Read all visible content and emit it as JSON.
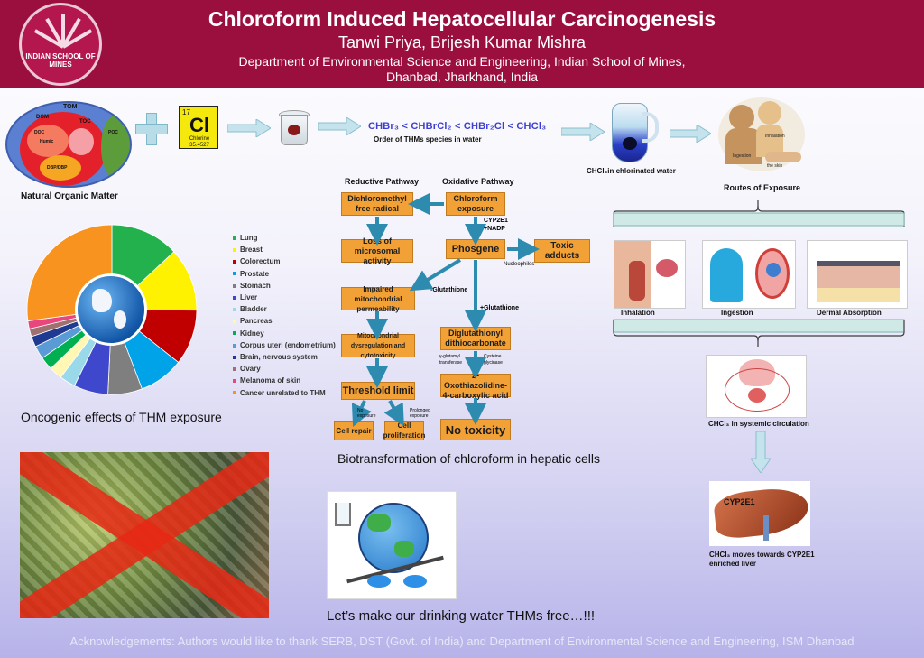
{
  "header": {
    "title": "Chloroform Induced Hepatocellular Carcinogenesis",
    "authors": "Tanwi Priya, Brijesh Kumar Mishra",
    "dept_line1": "Department of Environmental Science and Engineering, Indian School of Mines,",
    "dept_line2": "Dhanbad, Jharkhand, India",
    "logo_text": "INDIAN SCHOOL OF MINES"
  },
  "nom": {
    "labels": {
      "tom": "TOM",
      "dom": "DOM",
      "doc": "DOC",
      "toc": "TOC",
      "poc": "POC",
      "humic": "Humic",
      "dbp": "DBP/DBP"
    },
    "caption": "Natural Organic Matter"
  },
  "chlorine": {
    "number": "17",
    "symbol": "Cl",
    "name": "Chlorine",
    "mass": "35.4527"
  },
  "thm_order": {
    "formula": "CHBr₃ < CHBrCl₂ < CHBr₂Cl < CHCl₃",
    "caption": "Order of THMs species in water"
  },
  "jug_caption": "CHCl₃in chlorinated water",
  "routes": {
    "title": "Routes of Exposure",
    "icon_inhalation": "Inhalation",
    "icon_ingestion": "Ingestion",
    "icon_skin": "the skin",
    "panels": [
      "Inhalation",
      "Ingestion",
      "Dermal Absorption"
    ],
    "circulation": "CHCl₃ in systemic circulation",
    "liver_label": "CYP2E1",
    "liver_caption_1": "CHCl₃ moves towards CYP2E1",
    "liver_caption_2": "enriched liver"
  },
  "pathway": {
    "reductive_title": "Reductive Pathway",
    "oxidative_title": "Oxidative Pathway",
    "boxes": {
      "dcm": "Dichloromethyl free radical",
      "chloroform": "Chloroform exposure",
      "loss": "Loss of microsomal activity",
      "phosgene": "Phosgene",
      "toxic": "Toxic adducts",
      "impaired": "Impaired mitochondrial permeability",
      "dysreg": "Mitochondrial dysregulation and cytotoxicity",
      "diglut": "Diglutathionyl dithiocarbonate",
      "threshold": "Threshold limit",
      "oxothia": "2-Oxothiazolidine-4-carboxylic acid",
      "repair": "Cell repair",
      "prolif": "Cell proliferation",
      "notox": "No toxicity"
    },
    "notes": {
      "cyp": "CYP2E1 +NADP",
      "nucleo": "Nucleophiles",
      "glut_minus": "-Glutathione",
      "glut_plus": "+Glutathione",
      "gamma": "γ-glutamyl transferase",
      "cysteine": "Cysteine glycinase",
      "no_exp": "No exposure",
      "prolonged": "Prolonged exposure"
    },
    "caption": "Biotransformation of chloroform in hepatic cells"
  },
  "oncogenic": {
    "caption": "Oncogenic effects of THM exposure",
    "legend": [
      {
        "label": "Lung",
        "color": "#22b14c"
      },
      {
        "label": "Breast",
        "color": "#fff200"
      },
      {
        "label": "Colorectum",
        "color": "#c00000"
      },
      {
        "label": "Prostate",
        "color": "#00a2e8"
      },
      {
        "label": "Stomach",
        "color": "#7f7f7f"
      },
      {
        "label": "Liver",
        "color": "#3f48cc"
      },
      {
        "label": "Bladder",
        "color": "#99d9ea"
      },
      {
        "label": "Pancreas",
        "color": "#fff7b3"
      },
      {
        "label": "Kidney",
        "color": "#00b050"
      },
      {
        "label": "Corpus uteri (endometrium)",
        "color": "#5b9bd5"
      },
      {
        "label": "Brain, nervous system",
        "color": "#1f3a93"
      },
      {
        "label": "Ovary",
        "color": "#a07070"
      },
      {
        "label": "Melanoma of skin",
        "color": "#e8467c"
      },
      {
        "label": "Cancer unrelated to THM",
        "color": "#f7931e"
      }
    ]
  },
  "chart_data": {
    "type": "pie",
    "categories": [
      "Lung",
      "Breast",
      "Colorectum",
      "Prostate",
      "Stomach",
      "Liver",
      "Bladder",
      "Pancreas",
      "Kidney",
      "Corpus uteri (endometrium)",
      "Brain, nervous system",
      "Ovary",
      "Melanoma of skin",
      "Cancer unrelated to THM"
    ],
    "values": [
      13,
      12,
      10.5,
      8.5,
      6.5,
      6.5,
      3,
      2.5,
      2.5,
      2.5,
      2,
      1.5,
      1.5,
      27
    ],
    "colors": [
      "#22b14c",
      "#fff200",
      "#c00000",
      "#00a2e8",
      "#7f7f7f",
      "#3f48cc",
      "#99d9ea",
      "#fff7b3",
      "#00b050",
      "#5b9bd5",
      "#1f3a93",
      "#a07070",
      "#e8467c",
      "#f7931e"
    ],
    "legend": "right"
  },
  "slogan": "Let’s make our drinking water THMs free…!!!",
  "acknowledgement": "Acknowledgements: Authors would like to thank SERB, DST (Govt. of India) and Department of Environmental Science and Engineering, ISM Dhanbad"
}
